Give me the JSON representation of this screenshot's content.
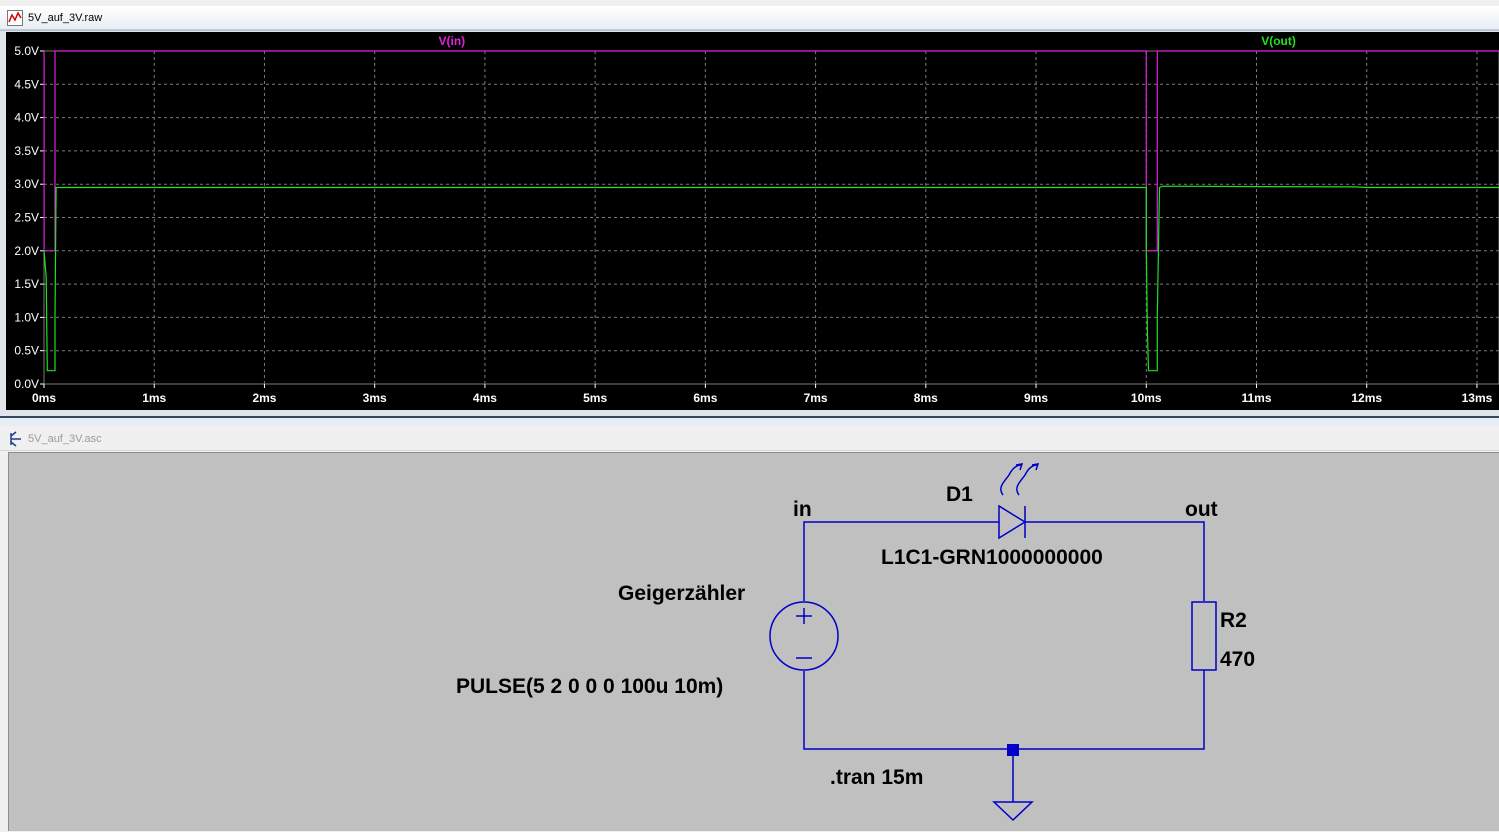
{
  "waveform_window": {
    "title": "5V_auf_3V.raw",
    "icon": "waveform-icon",
    "trace_colors": {
      "vin": "#e020e0",
      "vout": "#20e020",
      "overlap": "#bdbdbd"
    },
    "background": "#000000",
    "grid_color": "#7a7a7a",
    "axis_text_color": "#ffffff"
  },
  "schematic_window": {
    "title": "5V_auf_3V.asc",
    "icon": "schematic-icon",
    "background": "#c0c0c0",
    "wire_color": "#0000c8",
    "labels": {
      "net_in": "in",
      "net_out": "out",
      "diode_ref": "D1",
      "diode_model": "L1C1-GRN1000000000",
      "source_name": "Geigerzähler",
      "source_value": "PULSE(5 2 0 0 0 100u 10m)",
      "resistor_ref": "R2",
      "resistor_value": "470",
      "directive": ".tran 15m"
    }
  },
  "chart_data": {
    "type": "line",
    "title": "",
    "xlabel": "",
    "ylabel": "",
    "xlim": [
      0,
      13.2
    ],
    "ylim": [
      0,
      5
    ],
    "x_unit": "ms",
    "grid": true,
    "x_ticks": [
      "0ms",
      "1ms",
      "2ms",
      "3ms",
      "4ms",
      "5ms",
      "6ms",
      "7ms",
      "8ms",
      "9ms",
      "10ms",
      "11ms",
      "12ms",
      "13ms"
    ],
    "y_ticks": [
      "0.0V",
      "0.5V",
      "1.0V",
      "1.5V",
      "2.0V",
      "2.5V",
      "3.0V",
      "3.5V",
      "4.0V",
      "4.5V",
      "5.0V"
    ],
    "series": [
      {
        "name": "V(in)",
        "color": "#e020e0",
        "x": [
          0,
          0.001,
          0.001,
          0.1,
          0.1,
          10.0,
          10.0,
          10.1,
          10.1,
          13.2
        ],
        "y": [
          5,
          5,
          2,
          2,
          5,
          5,
          2,
          2,
          5,
          5
        ]
      },
      {
        "name": "V(out)",
        "color": "#20e020",
        "x": [
          0,
          0.02,
          0.03,
          0.1,
          0.1,
          0.11,
          0.14,
          10.0,
          10.0,
          10.01,
          10.02,
          10.1,
          10.1,
          10.12,
          10.15,
          11.9,
          12.0,
          13.2
        ],
        "y": [
          2.0,
          1.6,
          0.2,
          0.2,
          1.0,
          2.95,
          2.95,
          2.95,
          2.0,
          0.8,
          0.2,
          0.2,
          1.0,
          2.95,
          2.97,
          2.96,
          2.95,
          2.95
        ]
      }
    ]
  }
}
